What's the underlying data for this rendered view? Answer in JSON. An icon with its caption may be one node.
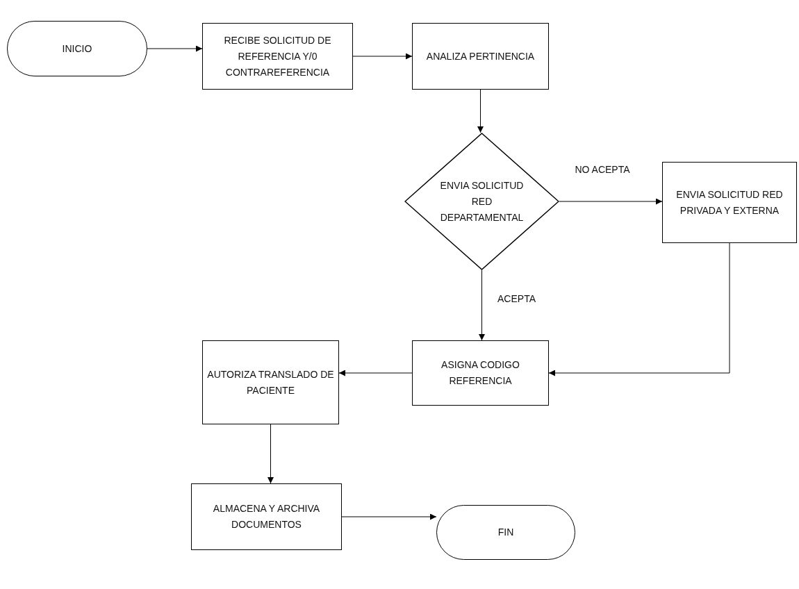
{
  "diagram": {
    "nodes": [
      {
        "text": [
          "INICIO"
        ]
      },
      {
        "text": [
          "RECIBE SOLICITUD DE REFERENCIA Y/0 CONTRAREFERENCIA"
        ]
      },
      {
        "text": [
          "ANALIZA PERTINENCIA"
        ]
      },
      {
        "text": [
          "ENVIA SOLICITUD RED DEPARTAMENTAL"
        ]
      },
      {
        "text": [
          "ENVIA SOLICITUD RED PRIVADA Y EXTERNA"
        ]
      },
      {
        "text": [
          "ASIGNA CODIGO REFERENCIA"
        ]
      },
      {
        "text": [
          "AUTORIZA TRANSLADO DE PACIENTE"
        ]
      },
      {
        "text": [
          "ALMACENA Y ARCHIVA DOCUMENTOS"
        ]
      },
      {
        "text": [
          "FIN"
        ]
      }
    ],
    "edges": [
      {
        "from": 0,
        "to": 1,
        "arrow": "to"
      },
      {
        "from": 1,
        "to": 2,
        "arrow": "to"
      },
      {
        "from": 2,
        "to": 3,
        "arrow": "to"
      },
      {
        "from": 3,
        "to": 4,
        "arrow": "to",
        "label": "NO ACEPTA"
      },
      {
        "from": 3,
        "to": 5,
        "arrow": "to",
        "label": "ACEPTA"
      },
      {
        "from": 4,
        "to": 5,
        "arrow": "to"
      },
      {
        "from": 5,
        "to": 6,
        "arrow": "to"
      },
      {
        "from": 6,
        "to": 7,
        "arrow": "to"
      },
      {
        "from": 7,
        "to": 8,
        "arrow": "to"
      }
    ]
  }
}
